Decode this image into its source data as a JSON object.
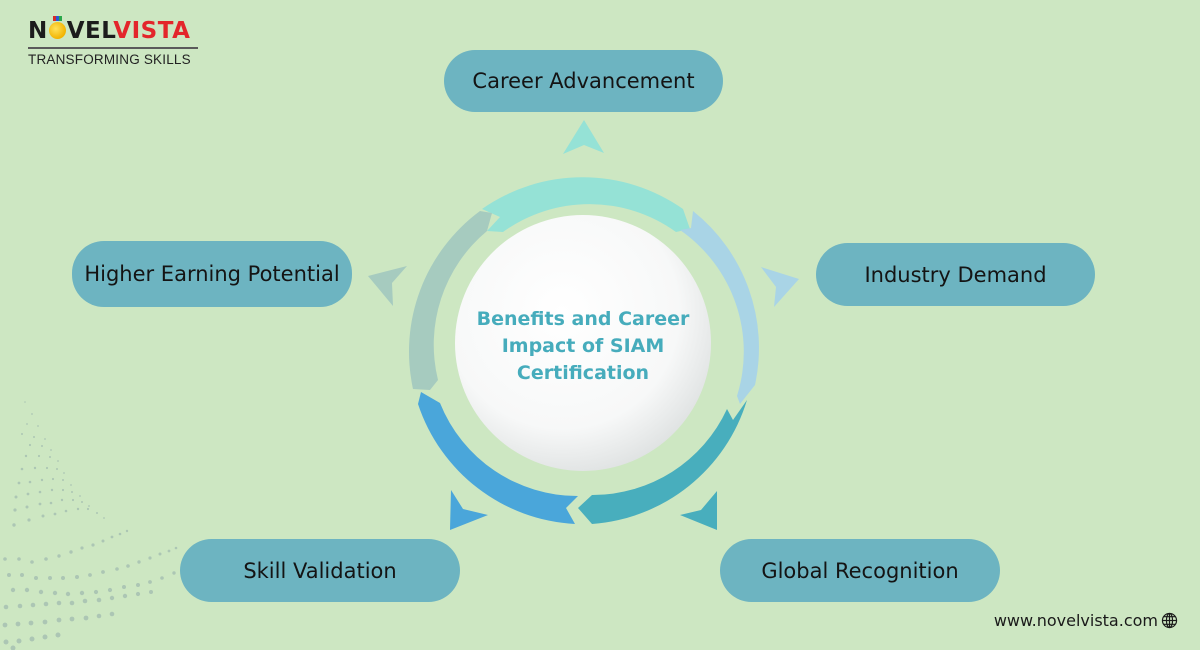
{
  "brand": {
    "name_part1": "N",
    "name_part1b": "VEL",
    "name_part2": "VISTA",
    "tagline": "TRANSFORMING SKILLS",
    "colors": {
      "dark": "#1c1c1c",
      "red": "#e3262b",
      "gold": "#f2b300"
    }
  },
  "diagram": {
    "center_title_line1": "Benefits and Career",
    "center_title_line2": "Impact of SIAM",
    "center_title_line3": "Certification",
    "nodes": [
      {
        "id": "career",
        "label": "Career Advancement",
        "arrow_color": "#95e2d6"
      },
      {
        "id": "industry",
        "label": "Industry Demand",
        "arrow_color": "#a9d4e6"
      },
      {
        "id": "global",
        "label": "Global Recognition",
        "arrow_color": "#48aebd"
      },
      {
        "id": "skill",
        "label": "Skill Validation",
        "arrow_color": "#4aa6da"
      },
      {
        "id": "earning",
        "label": "Higher Earning Potential",
        "arrow_color": "#a6cbbf"
      }
    ],
    "pill_color": "#6db4c1",
    "center_text_color": "#46acbc"
  },
  "footer": {
    "url": "www.novelvista.com",
    "icon": "globe-icon"
  },
  "background_color": "#cde7c2"
}
